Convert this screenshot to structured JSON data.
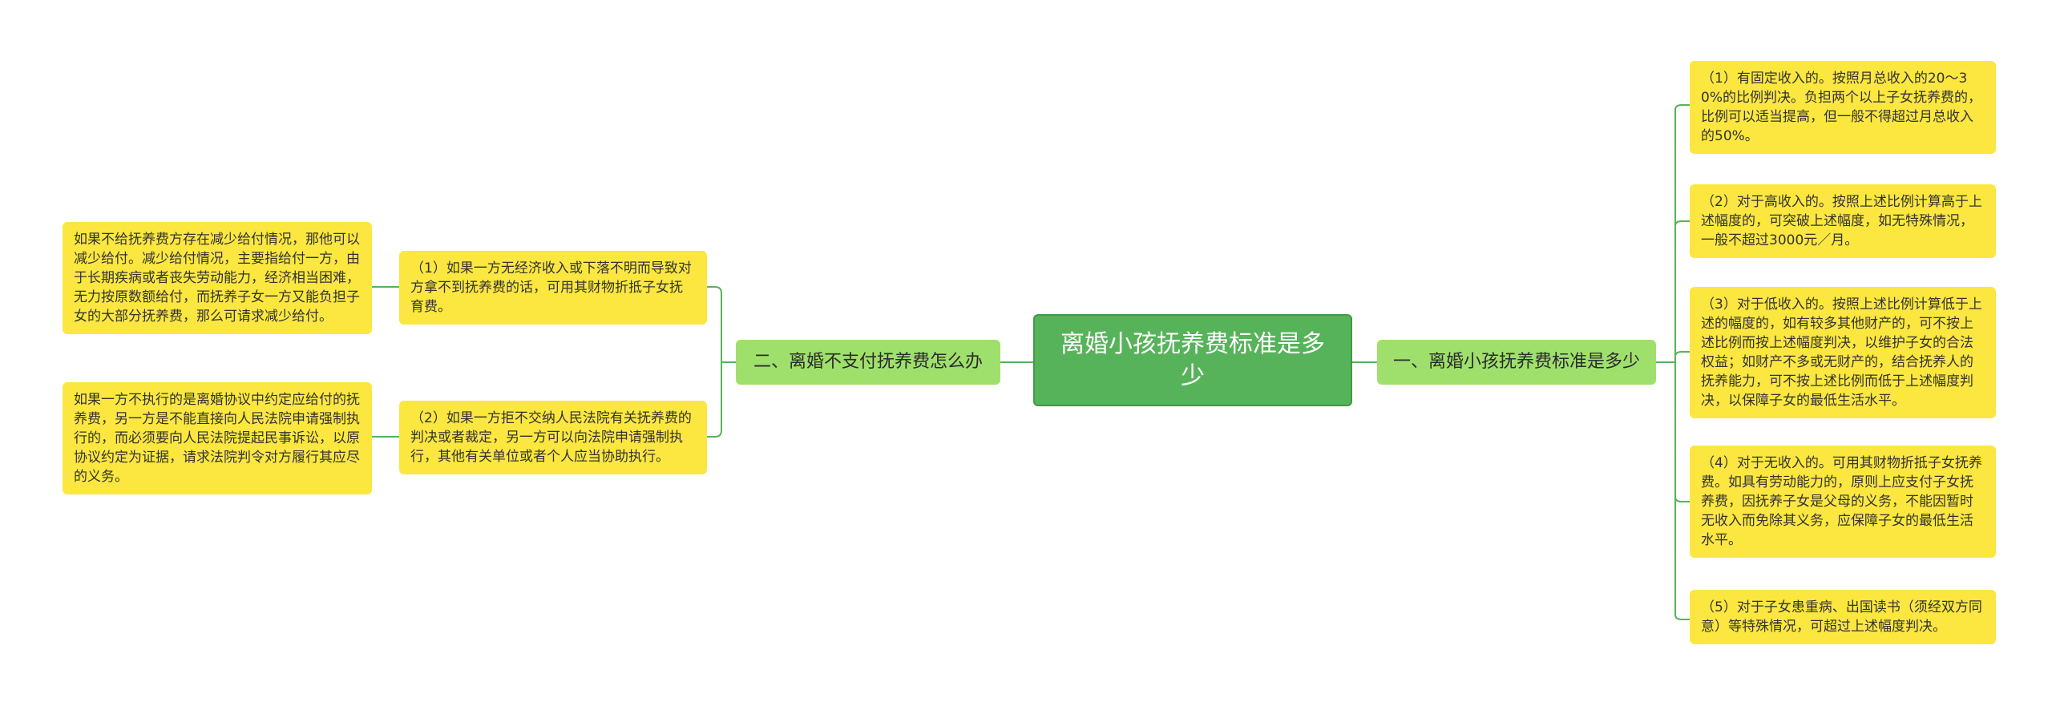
{
  "root": {
    "title": "离婚小孩抚养费标准是多少"
  },
  "right": {
    "branch": "一、离婚小孩抚养费标准是多少",
    "leaves": [
      "（1）有固定收入的。按照月总收入的20～30%的比例判决。负担两个以上子女抚养费的，比例可以适当提高，但一般不得超过月总收入的50%。",
      "（2）对于高收入的。按照上述比例计算高于上述幅度的，可突破上述幅度，如无特殊情况，一般不超过3000元／月。",
      "（3）对于低收入的。按照上述比例计算低于上述的幅度的，如有较多其他财产的，可不按上述比例而按上述幅度判决，以维护子女的合法权益；如财产不多或无财产的，结合抚养人的抚养能力，可不按上述比例而低于上述幅度判决，以保障子女的最低生活水平。",
      "（4）对于无收入的。可用其财物折抵子女抚养费。如具有劳动能力的，原则上应支付子女抚养费，因抚养子女是父母的义务，不能因暂时无收入而免除其义务，应保障子女的最低生活水平。",
      "（5）对于子女患重病、出国读书（须经双方同意）等特殊情况，可超过上述幅度判决。"
    ]
  },
  "left": {
    "branch": "二、离婚不支付抚养费怎么办",
    "items": [
      {
        "text": "（1）如果一方无经济收入或下落不明而导致对方拿不到抚养费的话，可用其财物折抵子女抚育费。",
        "detail": "如果不给抚养费方存在减少给付情况，那他可以减少给付。减少给付情况，主要指给付一方，由于长期疾病或者丧失劳动能力，经济相当困难，无力按原数额给付，而抚养子女一方又能负担子女的大部分抚养费，那么可请求减少给付。"
      },
      {
        "text": "（2）如果一方拒不交纳人民法院有关抚养费的判决或者裁定，另一方可以向法院申请强制执行，其他有关单位或者个人应当协助执行。",
        "detail": "如果一方不执行的是离婚协议中约定应给付的抚养费，另一方是不能直接向人民法院申请强制执行的，而必须要向人民法院提起民事诉讼，以原协议约定为证据，请求法院判令对方履行其应尽的义务。"
      }
    ]
  },
  "colors": {
    "root": "#57b35a",
    "branch": "#9fe06d",
    "leaf": "#fbe740",
    "line": "#57b35a"
  }
}
